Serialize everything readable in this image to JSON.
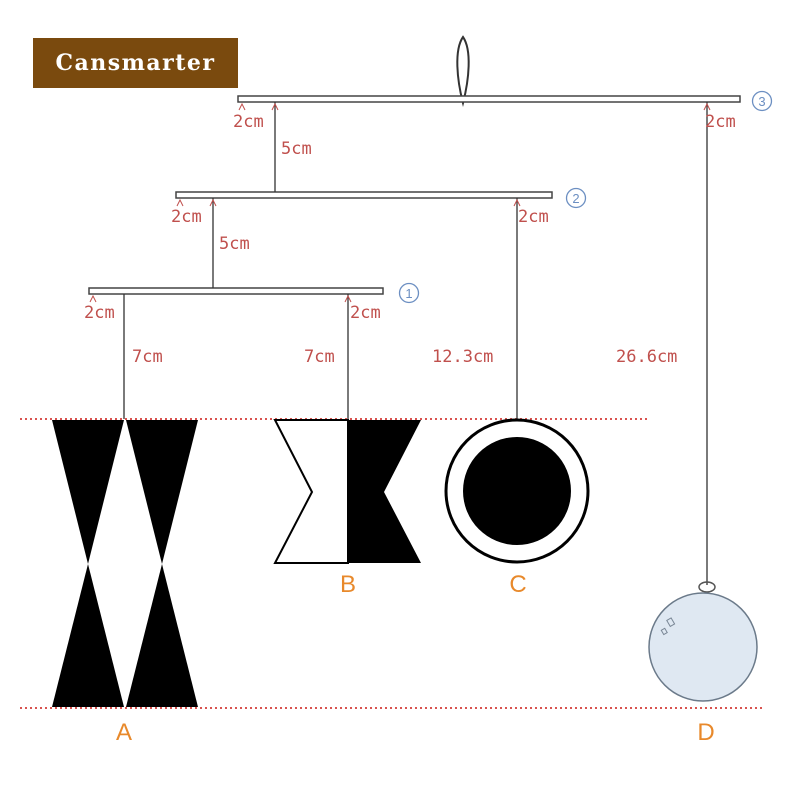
{
  "brand": "Cansmarter",
  "labels": {
    "arm3_left": "2cm",
    "arm3_right": "2cm",
    "drop_3_2": "5cm",
    "arm2_left": "2cm",
    "arm2_right": "2cm",
    "drop_2_1": "5cm",
    "arm1_left": "2cm",
    "arm1_right": "2cm",
    "string_a": "7cm",
    "string_b": "7cm",
    "string_c": "12.3cm",
    "string_d": "26.6cm"
  },
  "arm_numbers": [
    "3",
    "2",
    "1"
  ],
  "pieces": [
    "A",
    "B",
    "C",
    "D"
  ],
  "colors": {
    "badge": "#7a4a0e",
    "measure_text": "#c0504d",
    "guide_line": "#d9534f",
    "piece_letter": "#e8892b",
    "arm_number": "#6c8fc2",
    "ball": "#dfe8f2"
  }
}
